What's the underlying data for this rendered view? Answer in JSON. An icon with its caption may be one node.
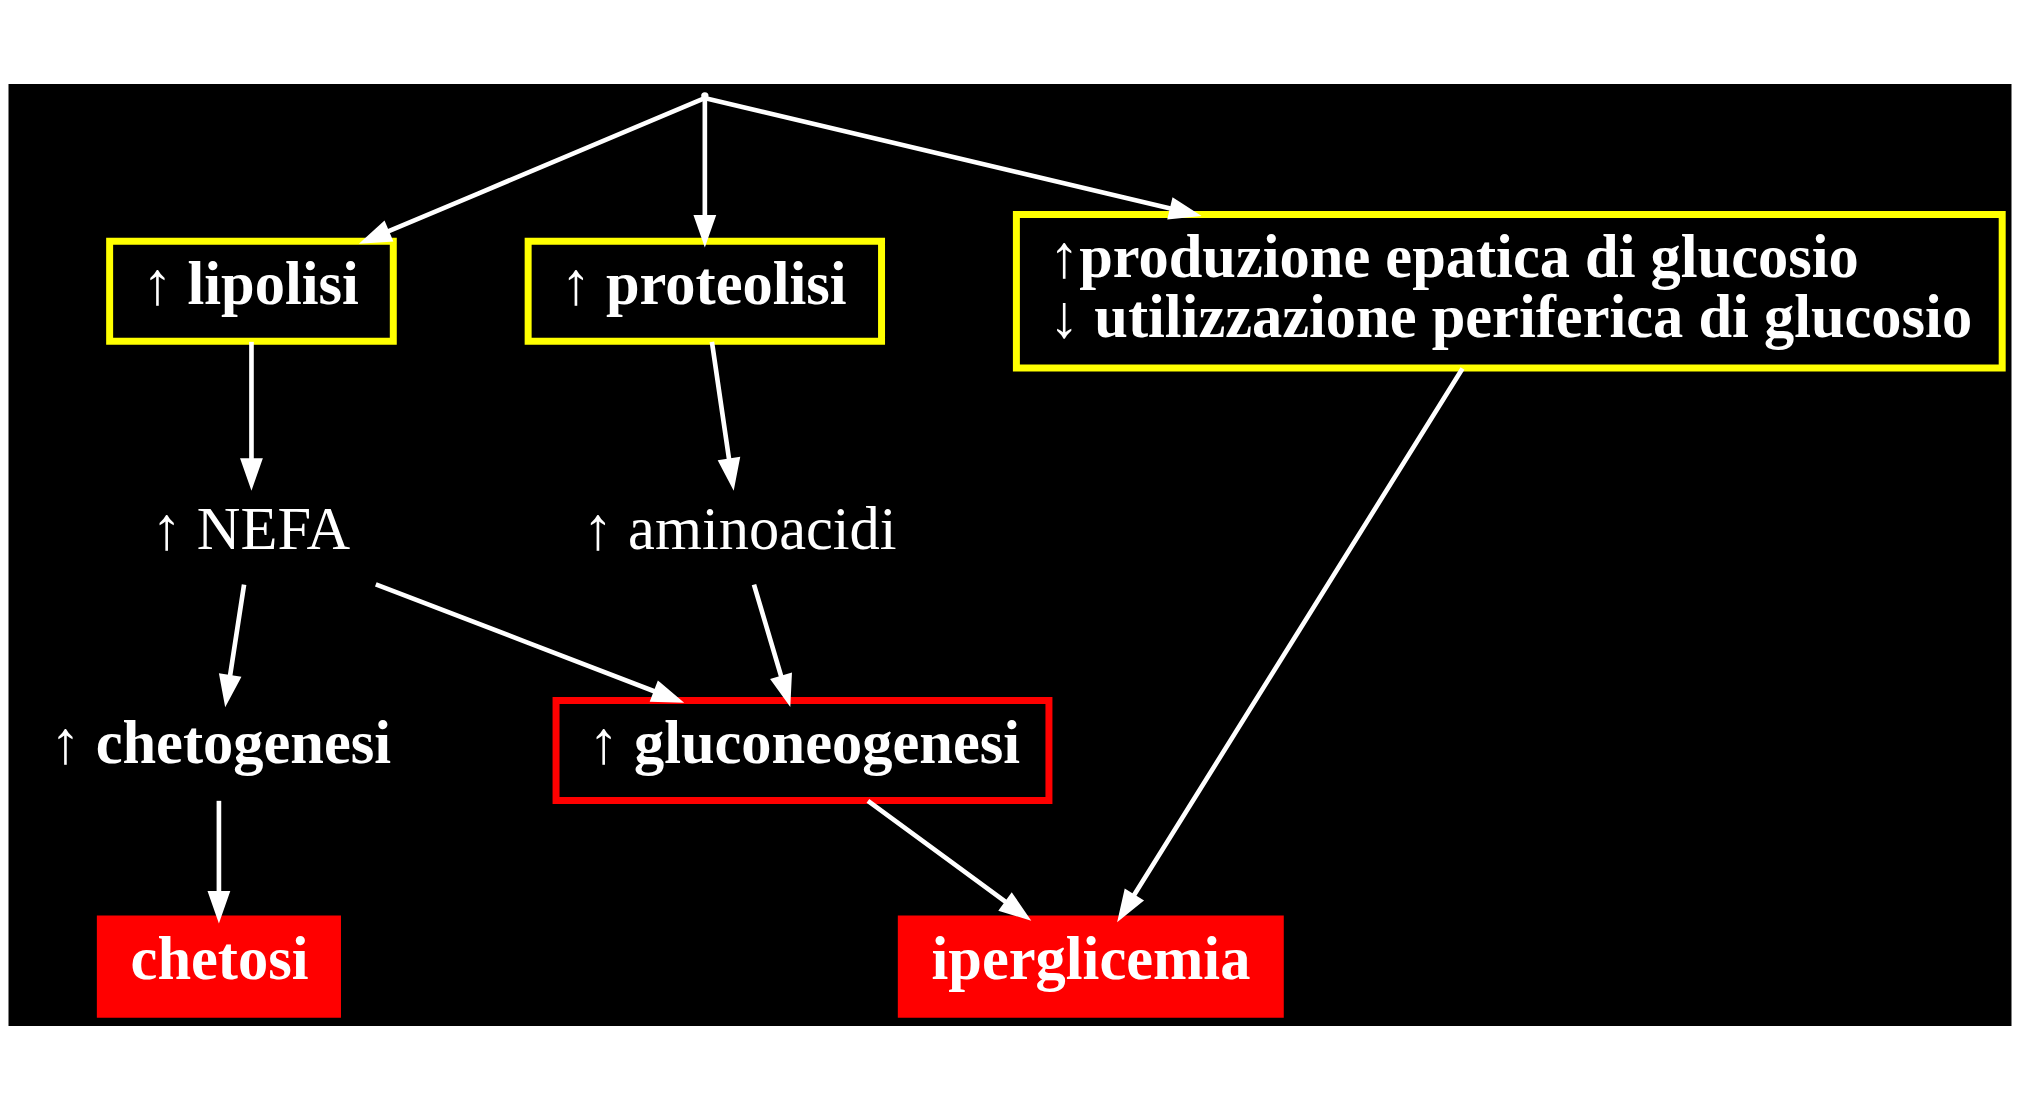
{
  "diagram": {
    "nodes": [
      {
        "text": [],
        "shape": "point"
      },
      {
        "text": [
          "↑ lipolisi"
        ]
      },
      {
        "text": [
          "↑ proteolisi"
        ]
      },
      {
        "text": [
          "↑produzione epatica di glucosio",
          "↓ utilizzazione periferica di glucosio"
        ]
      },
      {
        "text": [
          "↑ aminoacidi"
        ]
      },
      {
        "text": [
          "↑ NEFA"
        ]
      },
      {
        "text": [
          "↑ gluconeogenesi"
        ]
      },
      {
        "text": [
          "iperglicemia"
        ]
      },
      {
        "text": [
          "↑ chetogenesi"
        ]
      },
      {
        "text": [
          "chetosi"
        ]
      }
    ],
    "edges": [
      {
        "from": 0,
        "to": 1,
        "arrow": "to"
      },
      {
        "from": 0,
        "to": 2,
        "arrow": "to"
      },
      {
        "from": 0,
        "to": 3,
        "arrow": "to"
      },
      {
        "from": 2,
        "to": 4,
        "arrow": "to"
      },
      {
        "from": 1,
        "to": 5,
        "arrow": "to"
      },
      {
        "from": 4,
        "to": 6,
        "arrow": "to"
      },
      {
        "from": 5,
        "to": 6,
        "arrow": "to"
      },
      {
        "from": 5,
        "to": 8,
        "arrow": "to"
      },
      {
        "from": 6,
        "to": 7,
        "arrow": "to"
      },
      {
        "from": 3,
        "to": 7,
        "arrow": "to"
      },
      {
        "from": 8,
        "to": 9,
        "arrow": "to"
      }
    ]
  }
}
